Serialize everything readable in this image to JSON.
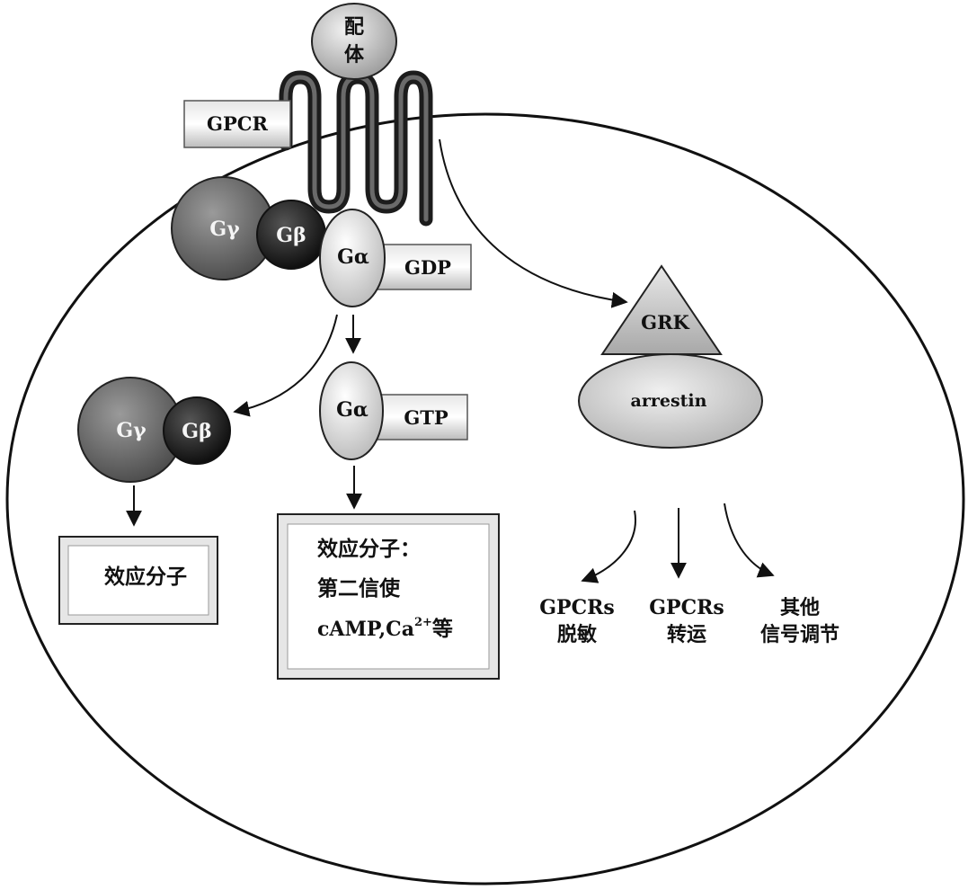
{
  "ligand": {
    "line1": "配",
    "line2": "体"
  },
  "gpcr_label": "GPCR",
  "g_gamma": "Gγ",
  "g_beta": "Gβ",
  "g_alpha": "Gα",
  "gdp_label": "GDP",
  "gtp_label": "GTP",
  "grk_label": "GRK",
  "arrestin_label": "arrestin",
  "effector_left": "效应分子",
  "effector_right": {
    "line1": "效应分子：",
    "line2": "第二信使",
    "line3_main": "cAMP,Ca",
    "line3_sup": "2+",
    "line3_tail": "等"
  },
  "outcomes": [
    {
      "line1": "GPCRs",
      "line2": "脱敏"
    },
    {
      "line1": "GPCRs",
      "line2": "转运"
    },
    {
      "line1": "其他",
      "line2": "信号调节"
    }
  ]
}
